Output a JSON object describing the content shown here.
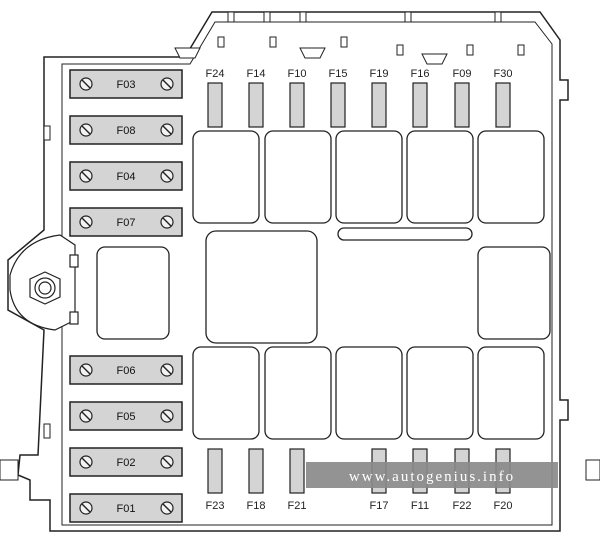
{
  "maxi_fuses": [
    "F03",
    "F08",
    "F04",
    "F07",
    "F06",
    "F05",
    "F02",
    "F01"
  ],
  "top_fuses": [
    "F24",
    "F14",
    "F10",
    "F15",
    "F19",
    "F16",
    "F09",
    "F30"
  ],
  "bottom_fuses": [
    "F23",
    "F18",
    "F21",
    "F17",
    "F11",
    "F22",
    "F20"
  ],
  "watermark": "www.autogenius.info",
  "colors": {
    "outline": "#222222",
    "fuse_fill": "#d4d4d4",
    "watermark_bg": "#8a8a8a"
  }
}
